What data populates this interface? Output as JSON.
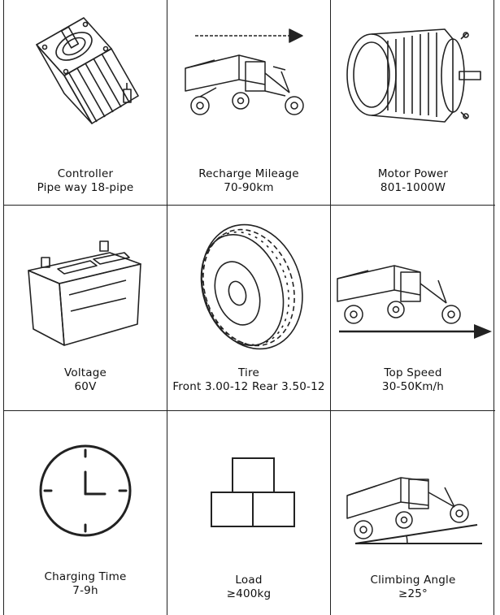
{
  "cells": [
    {
      "title": "Controller",
      "value": "Pipe way 18-pipe",
      "icon": "controller-icon"
    },
    {
      "title": "Recharge Mileage",
      "value": "70-90km",
      "icon": "tricycle-mileage-icon"
    },
    {
      "title": "Motor Power",
      "value": "801-1000W",
      "icon": "motor-icon"
    },
    {
      "title": "Voltage",
      "value": "60V",
      "icon": "battery-icon"
    },
    {
      "title": "Tire",
      "value": "Front 3.00-12 Rear 3.50-12",
      "icon": "tire-icon"
    },
    {
      "title": "Top Speed",
      "value": "30-50Km/h",
      "icon": "tricycle-speed-icon"
    },
    {
      "title": "Charging Time",
      "value": "7-9h",
      "icon": "clock-icon"
    },
    {
      "title": "Load",
      "value": "≥400kg",
      "icon": "boxes-icon"
    },
    {
      "title": "Climbing Angle",
      "value": "≥25°",
      "icon": "tricycle-slope-icon"
    }
  ]
}
